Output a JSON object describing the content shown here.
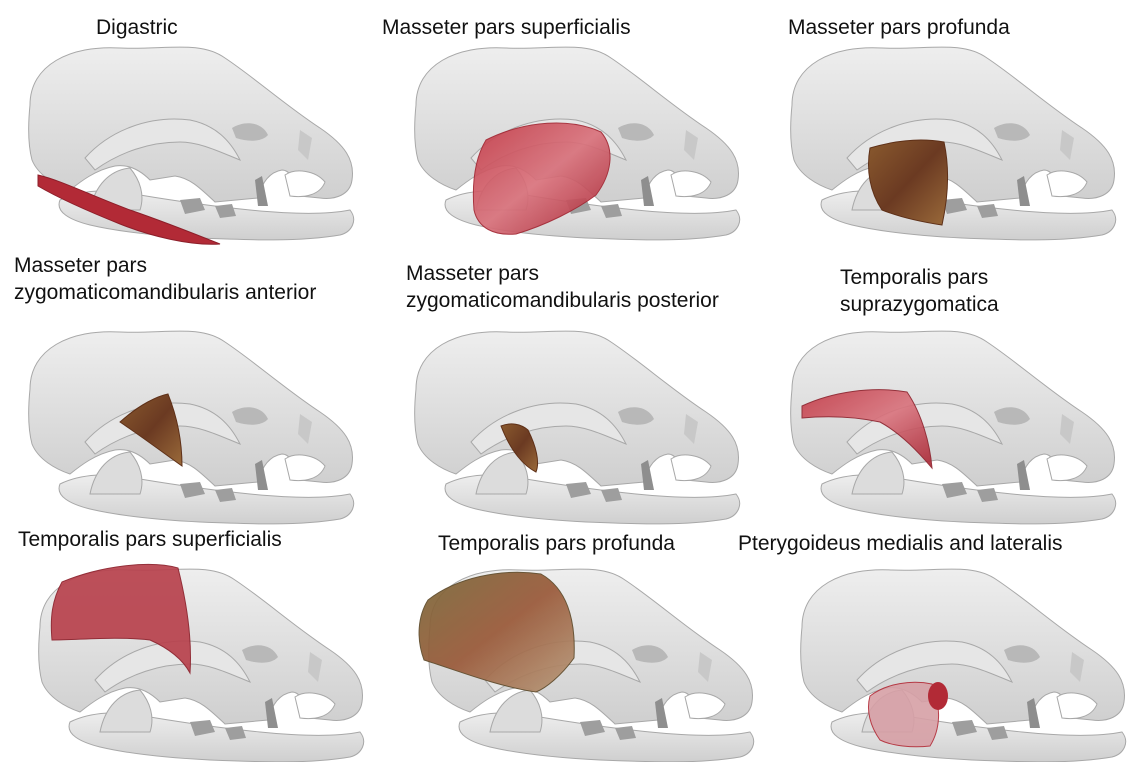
{
  "colors": {
    "background": "#ffffff",
    "skull": "#d9d9d9",
    "skull_shadow": "#9e9e9e",
    "muscle_red": "#b22a36",
    "muscle_pink": "#d9727c",
    "muscle_brown": "#7a4426"
  },
  "panels": [
    {
      "label": "Digastric",
      "muscle": "digastric"
    },
    {
      "label": "Masseter pars superficialis",
      "muscle": "masseter-superficialis"
    },
    {
      "label": "Masseter pars profunda",
      "muscle": "masseter-profunda"
    },
    {
      "label_line1": "Masseter pars",
      "label_line2": "zygomaticomandibularis anterior",
      "muscle": "zygomaticomandibularis-anterior"
    },
    {
      "label_line1": "Masseter pars",
      "label_line2": "zygomaticomandibularis posterior",
      "muscle": "zygomaticomandibularis-posterior"
    },
    {
      "label_line1": "Temporalis pars",
      "label_line2": "suprazygomatica",
      "muscle": "temporalis-suprazygomatica"
    },
    {
      "label": "Temporalis pars superficialis",
      "muscle": "temporalis-superficialis"
    },
    {
      "label": "Temporalis pars profunda",
      "muscle": "temporalis-profunda"
    },
    {
      "label": "Pterygoideus medialis and lateralis",
      "muscle": "pterygoideus"
    }
  ]
}
